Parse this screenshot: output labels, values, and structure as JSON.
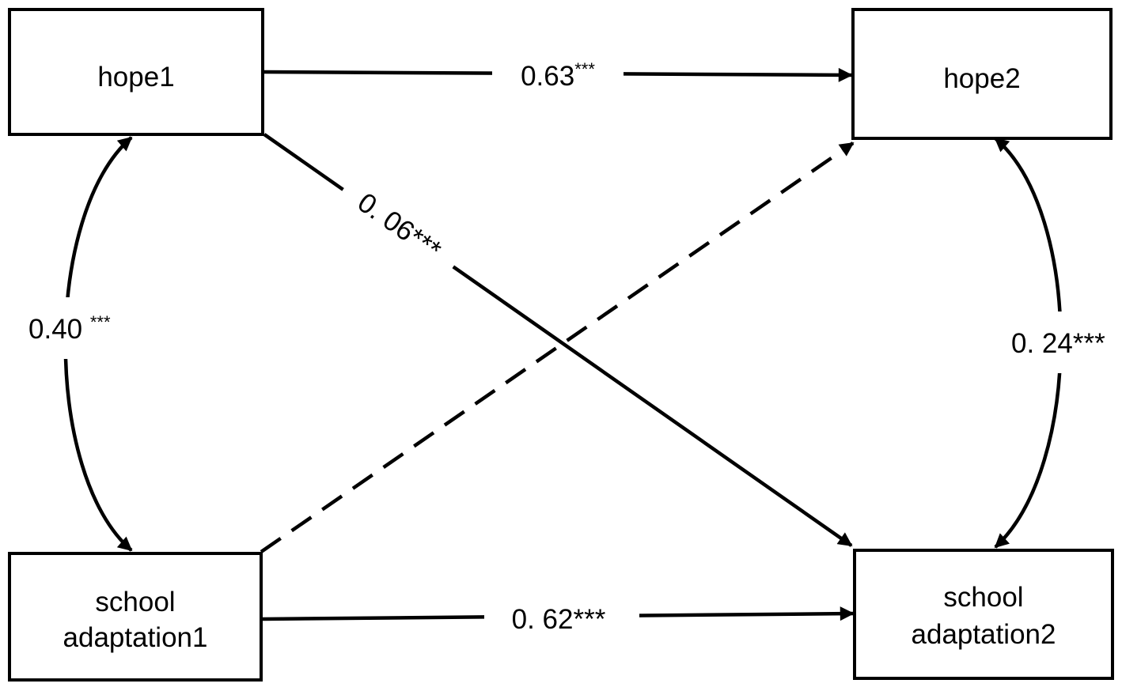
{
  "nodes": {
    "hope1": "hope1",
    "hope2": "hope2",
    "school1_line1": "school",
    "school1_line2": "adaptation1",
    "school2_line1": "school",
    "school2_line2": "adaptation2"
  },
  "paths": {
    "hope1_hope2": {
      "coef": "0.63",
      "sig": "***"
    },
    "hope1_school2": {
      "coef": "0. 06",
      "sig": "***"
    },
    "school1_school2": {
      "coef": "0. 62",
      "sig": "***"
    },
    "corr_t1": {
      "coef": "0.40 ",
      "sig": "***"
    },
    "corr_t2": {
      "coef": "0. 24",
      "sig": "***"
    }
  }
}
